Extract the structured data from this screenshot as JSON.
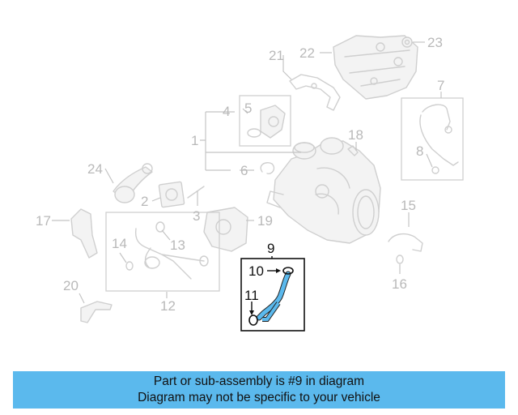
{
  "callouts": {
    "c1": "1",
    "c2": "2",
    "c3": "3",
    "c4": "4",
    "c5": "5",
    "c6": "6",
    "c7": "7",
    "c8": "8",
    "c9": "9",
    "c10": "10",
    "c11": "11",
    "c12": "12",
    "c13": "13",
    "c14": "14",
    "c15": "15",
    "c16": "16",
    "c17": "17",
    "c18": "18",
    "c19": "19",
    "c20": "20",
    "c21": "21",
    "c22": "22",
    "c23": "23",
    "c24": "24"
  },
  "highlighted_part": "9",
  "highlight_color": "#5bb9ed",
  "banner": {
    "line1": "Part or sub-assembly is #9 in diagram",
    "line2": "Diagram may not be specific to your vehicle"
  }
}
